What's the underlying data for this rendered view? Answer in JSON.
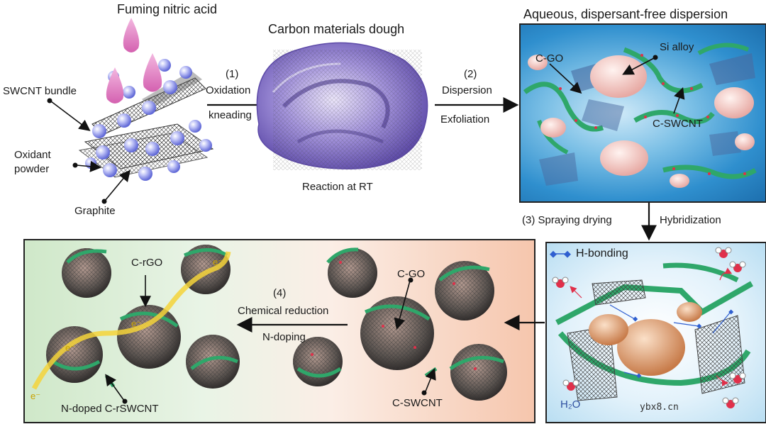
{
  "labels": {
    "fuming_nitric_acid": "Fuming nitric acid",
    "carbon_dough": "Carbon materials dough",
    "aqueous_dispersion": "Aqueous, dispersant-free dispersion",
    "swcnt_bundle": "SWCNT bundle",
    "oxidant_powder_1": "Oxidant",
    "oxidant_powder_2": "powder",
    "graphite": "Graphite",
    "step1_num": "(1)",
    "step1_a": "Oxidation",
    "step1_b": "kneading",
    "reaction_rt": "Reaction at RT",
    "step2_num": "(2)",
    "step2_a": "Dispersion",
    "step2_b": "Exfoliation",
    "c_go_blue": "C-GO",
    "si_alloy": "Si alloy",
    "c_swcnt_blue": "C-SWCNT",
    "step3_a": "(3) Spraying drying",
    "step3_b": "Hybridization",
    "h_bonding": "H-bonding",
    "h2o": "H₂O",
    "c_rgo": "C-rGO",
    "step4_num": "(4)",
    "step4_a": "Chemical reduction",
    "step4_b": "N-doping",
    "c_go_orange": "C-GO",
    "c_swcnt_orange": "C-SWCNT",
    "n_doped": "N-doped C-rSWCNT",
    "electron": "e⁻",
    "watermark": "ybx8.cn"
  },
  "colors": {
    "nitric_drop": "#e489c7",
    "sphere": "#8f96e8",
    "dough": "#8a76c8",
    "tube": "#2fa76a",
    "oxygen_dot": "#e0304a",
    "si_particle": "#f1c6bf",
    "copper_particle": "#d99466",
    "electron_path": "#f5d33a",
    "hbond": "#2f5fd0"
  }
}
